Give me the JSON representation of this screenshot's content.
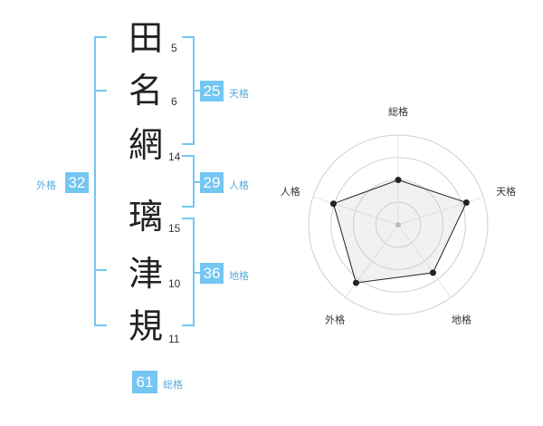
{
  "name": {
    "characters": [
      {
        "char": "田",
        "strokes": "5"
      },
      {
        "char": "名",
        "strokes": "6"
      },
      {
        "char": "網",
        "strokes": "14"
      },
      {
        "char": "璃",
        "strokes": "15"
      },
      {
        "char": "津",
        "strokes": "10"
      },
      {
        "char": "規",
        "strokes": "11"
      }
    ]
  },
  "fortunes": {
    "tenkaku": {
      "value": "25",
      "label": "天格"
    },
    "jinkaku": {
      "value": "29",
      "label": "人格"
    },
    "chikaku": {
      "value": "36",
      "label": "地格"
    },
    "gaikaku": {
      "value": "32",
      "label": "外格"
    },
    "soukaku": {
      "value": "61",
      "label": "総格"
    }
  },
  "colors": {
    "accent": "#74c6f2",
    "accent_text": "#5aaae0"
  },
  "chart_data": {
    "type": "radar",
    "axes": [
      "総格",
      "天格",
      "地格",
      "外格",
      "人格"
    ],
    "values": [
      2.5,
      4.0,
      3.3,
      4.0,
      3.8
    ],
    "range": [
      0,
      5
    ],
    "rings": 4
  }
}
